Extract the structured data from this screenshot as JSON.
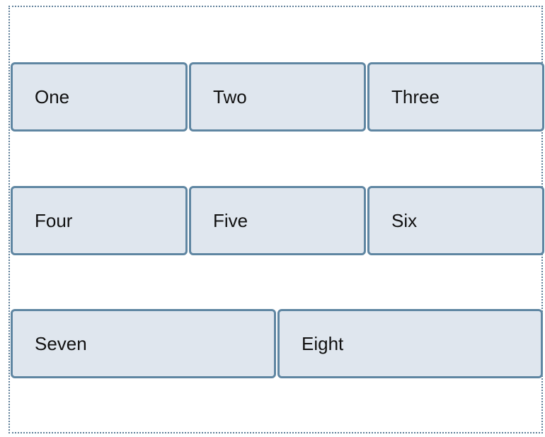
{
  "rows": [
    {
      "items": [
        "One",
        "Two",
        "Three"
      ]
    },
    {
      "items": [
        "Four",
        "Five",
        "Six"
      ]
    },
    {
      "items": [
        "Seven",
        "Eight"
      ]
    }
  ],
  "colors": {
    "box_fill": "#dfe6ee",
    "box_border": "#5f86a2",
    "container_border": "#5f7f99",
    "text": "#111111"
  }
}
